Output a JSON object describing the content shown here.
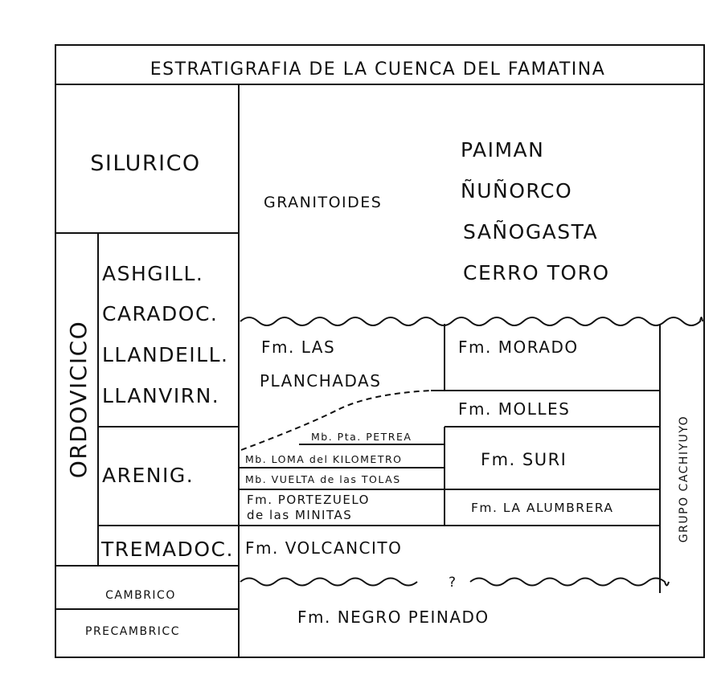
{
  "title": "ESTRATIGRAFIA DE LA CUENCA DEL FAMATINA",
  "periods": {
    "silurico": "SILURICO",
    "ordovicico": "ORDOVICICO",
    "cambrico": "CAMBRICO",
    "precambrico": "PRECAMBRICC"
  },
  "stages": {
    "ashgill": "ASHGILL.",
    "caradoc": "CARADOC.",
    "llandeill": "LLANDEILL.",
    "llanvirn": "LLANVIRN.",
    "arenig": "ARENIG.",
    "tremadoc": "TREMADOC."
  },
  "granitoides": {
    "label": "GRANITOIDES",
    "bodies": [
      "PAIMAN",
      "ÑUÑORCO",
      "SAÑOGASTA",
      "CERRO TORO"
    ]
  },
  "formations": {
    "las_planchadas_1": "Fm. LAS",
    "las_planchadas_2": "PLANCHADAS",
    "morado": "Fm. MORADO",
    "molles": "Fm. MOLLES",
    "pta_petrea": "Mb. Pta. PETREA",
    "loma_kilometro": "Mb. LOMA del KILOMETRO",
    "vuelta_tolas": "Mb. VUELTA de las TOLAS",
    "portezuelo_1": "Fm. PORTEZUELO",
    "portezuelo_2": "de las MINITAS",
    "suri": "Fm. SURI",
    "la_alumbrera": "Fm. LA ALUMBRERA",
    "volcancito": "Fm. VOLCANCITO",
    "negro_peinado": "Fm. NEGRO PEINADO",
    "question": "?"
  },
  "group": "GRUPO CACHIYUYO",
  "colors": {
    "ink": "#111111",
    "paper": "#ffffff"
  }
}
